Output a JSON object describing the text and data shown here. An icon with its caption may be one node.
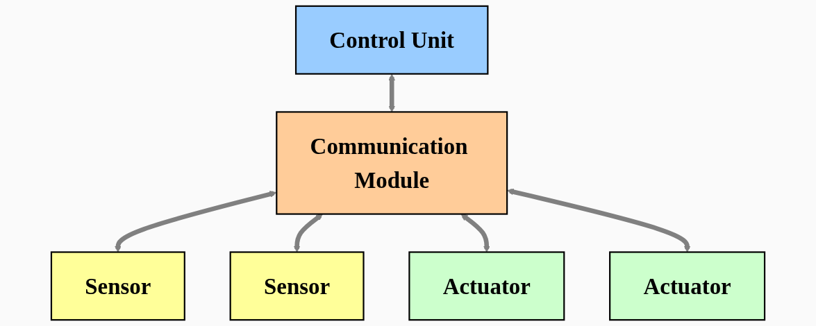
{
  "diagram": {
    "nodes": [
      {
        "text": [
          "Control Unit"
        ]
      },
      {
        "text": [
          "Communication Module"
        ]
      },
      {
        "text": [
          "Sensor"
        ]
      },
      {
        "text": [
          "Sensor"
        ]
      },
      {
        "text": [
          "Actuator"
        ]
      },
      {
        "text": [
          "Actuator"
        ]
      }
    ],
    "edges": [
      {
        "from": 0,
        "to": 1,
        "arrow": "both"
      },
      {
        "from": 1,
        "to": 2,
        "arrow": "both"
      },
      {
        "from": 1,
        "to": 3,
        "arrow": "both"
      },
      {
        "from": 1,
        "to": 4,
        "arrow": "both"
      },
      {
        "from": 1,
        "to": 5,
        "arrow": "both"
      }
    ]
  }
}
